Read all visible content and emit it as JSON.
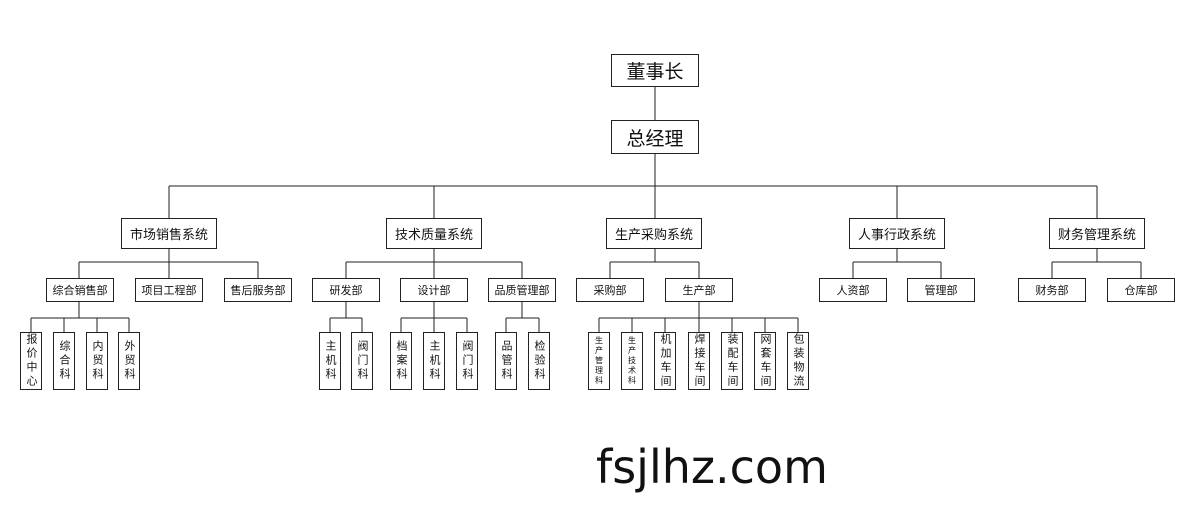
{
  "nodes": {
    "chairman": "董事长",
    "gm": "总经理",
    "sys_market": "市场销售系统",
    "sys_tech": "技术质量系统",
    "sys_prod": "生产采购系统",
    "sys_hr": "人事行政系统",
    "sys_fin": "财务管理系统",
    "dept_sales": "综合销售部",
    "dept_project": "项目工程部",
    "dept_aftersales": "售后服务部",
    "dept_rd": "研发部",
    "dept_design": "设计部",
    "dept_quality": "品质管理部",
    "dept_purchase": "采购部",
    "dept_production": "生产部",
    "dept_hr": "人资部",
    "dept_admin": "管理部",
    "dept_finance": "财务部",
    "dept_warehouse": "仓库部",
    "s_quote": "报价中心",
    "s_general": "综合科",
    "s_domestic": "内贸科",
    "s_foreign": "外贸科",
    "rd_main": "主机科",
    "rd_valve": "阀门科",
    "d_archive": "档案科",
    "d_main": "主机科",
    "d_valve": "阀门科",
    "q_quality": "品管科",
    "q_inspect": "检验科",
    "p_mgmt": "生产管理科",
    "p_tech": "生产技术科",
    "p_machining": "机加车间",
    "p_welding": "焊接车间",
    "p_assembly": "装配车间",
    "p_netset": "网套车间",
    "p_packing": "包装物流"
  },
  "watermark": "fsjlhz.com"
}
